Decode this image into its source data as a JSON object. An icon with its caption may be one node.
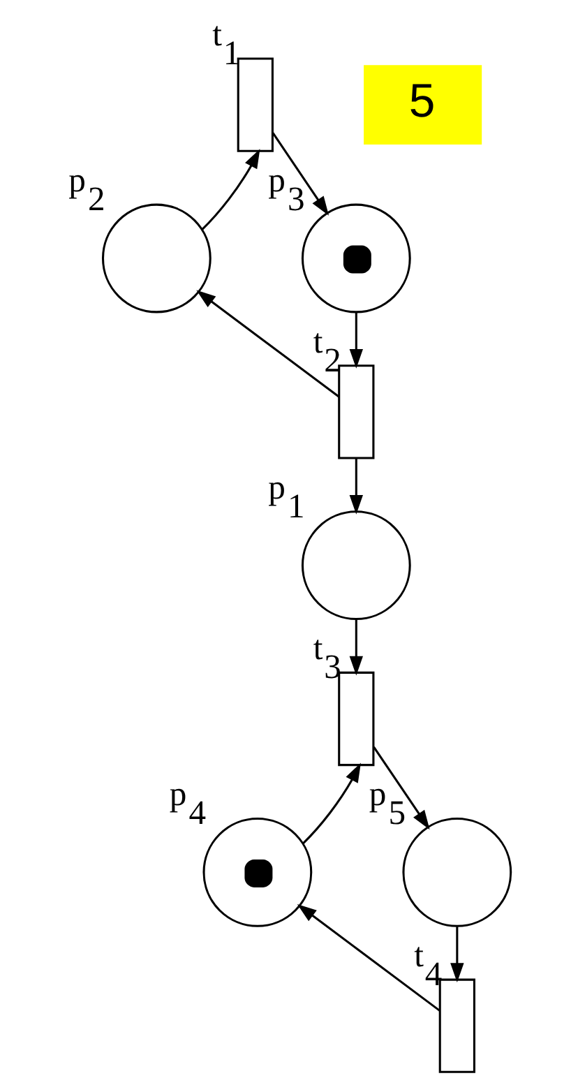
{
  "diagram": {
    "nodes": [
      {
        "text": [],
        "shape": "bar",
        "beside": [
          "t$_{1}$"
        ]
      },
      {
        "text": [],
        "shape": "circle",
        "beside": [
          "p$_{2}$"
        ]
      },
      {
        "text": [],
        "shape": "circle",
        "beside": [
          "p$_{3}$"
        ]
      },
      {
        "text": [],
        "shape": "bar",
        "beside": [
          "t$_{2}$"
        ]
      },
      {
        "text": [],
        "shape": "circle",
        "beside": [
          "p$_{1}$"
        ]
      },
      {
        "text": [],
        "shape": "bar",
        "beside": [
          "t$_{3}$"
        ]
      },
      {
        "text": [],
        "shape": "circle",
        "beside": [
          "p$_{4}$"
        ]
      },
      {
        "text": [],
        "shape": "circle",
        "beside": [
          "p$_{5}$"
        ]
      },
      {
        "text": [],
        "shape": "bar",
        "beside": [
          "t$_{4}$"
        ]
      }
    ],
    "edges": [
      {
        "from": 1,
        "to": 0,
        "arrow": "to"
      },
      {
        "from": 0,
        "to": 2,
        "arrow": "to"
      },
      {
        "from": 2,
        "to": 3,
        "arrow": "to"
      },
      {
        "from": 3,
        "to": 1,
        "arrow": "to"
      },
      {
        "from": 3,
        "to": 4,
        "arrow": "to"
      },
      {
        "from": 4,
        "to": 5,
        "arrow": "to"
      },
      {
        "from": 5,
        "to": 7,
        "arrow": "to"
      },
      {
        "from": 6,
        "to": 5,
        "arrow": "to"
      },
      {
        "from": 7,
        "to": 8,
        "arrow": "to"
      },
      {
        "from": 8,
        "to": 6,
        "arrow": "to"
      }
    ],
    "labels": [
      "5"
    ]
  }
}
